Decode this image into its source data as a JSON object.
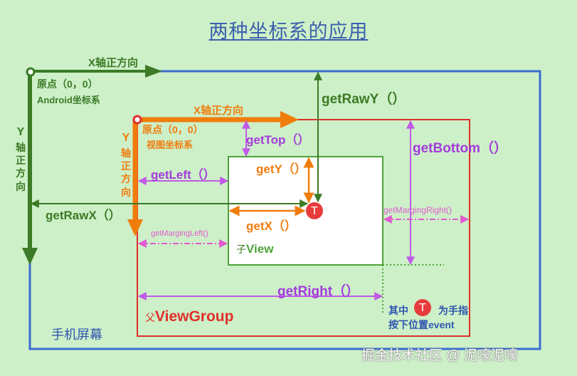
{
  "title": "两种坐标系的应用",
  "android_axes": {
    "x_axis": "X轴正方向",
    "y_axis": "Y",
    "y_axis_chars": "轴正方向",
    "origin": "原点（0，0）",
    "system": "Android坐标系"
  },
  "view_axes": {
    "x_axis": "X轴正方向",
    "y_axis": "Y",
    "y_axis_chars": "轴正方向",
    "origin": "原点（0，0）",
    "system": "视图坐标系"
  },
  "labels": {
    "get_raw_y": "getRawY（）",
    "get_raw_x": "getRawX（）",
    "get_top": "getTop（）",
    "get_left": "getLeft（）",
    "get_y": "getY（）",
    "get_x": "getX（）",
    "get_bottom": "getBottom（）",
    "get_right": "getRight（）",
    "margin_right": "getMargingRight()",
    "margin_left": "getMargingLeft()"
  },
  "boxes": {
    "child": "子View",
    "child_prefix": "子",
    "child_name": "View",
    "parent_prefix": "父",
    "parent_name": "ViewGroup",
    "screen": "手机屏幕"
  },
  "touch": {
    "glyph": "T",
    "note_prefix": "其中",
    "note_suffix": "为手指",
    "note_line2": "按下位置event"
  },
  "watermark": "掘金技术社区 @ 泥嚎泥嚎",
  "colors": {
    "android": "#3c7a26",
    "view": "#f07c0c",
    "method": "#a43bdc",
    "screen": "#3c6bd0",
    "parent": "#e0302a",
    "child": "#4ea43a"
  }
}
